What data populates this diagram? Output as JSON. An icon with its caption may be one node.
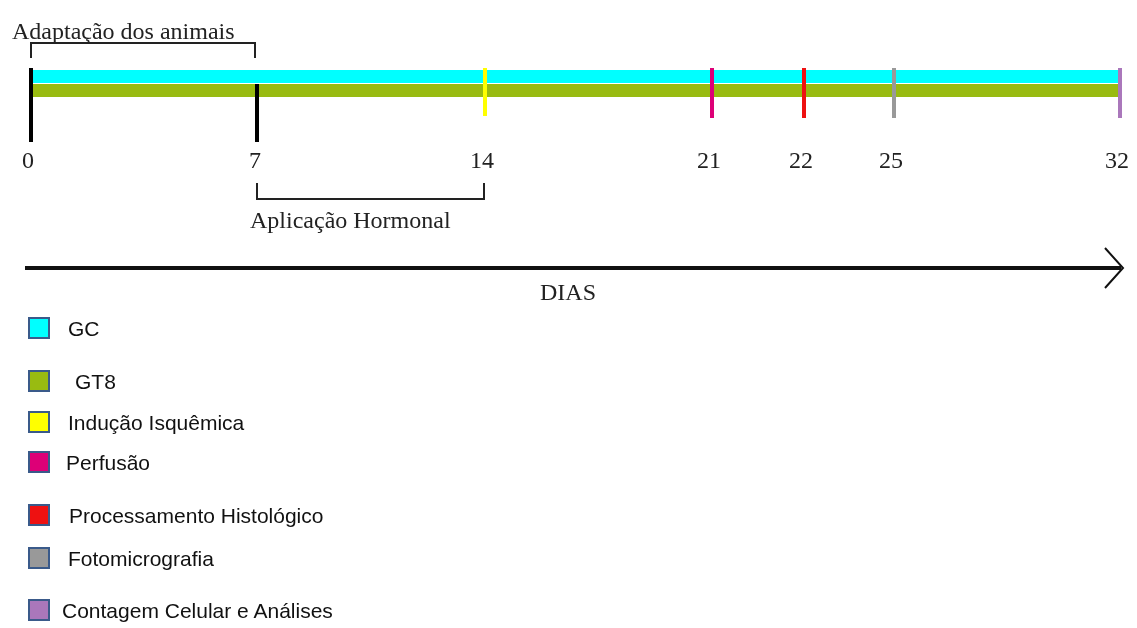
{
  "diagram": {
    "labels": [
      "Adaptação dos animais",
      "0",
      "7",
      "14",
      "21",
      "22",
      "25",
      "32",
      "Aplicação Hormonal",
      "DIAS"
    ],
    "legend": [
      {
        "text": "GC",
        "color": "#00ffff"
      },
      {
        "text": "GT8",
        "color": "#99bb11"
      },
      {
        "text": "Indução Isquêmica",
        "color": "#ffff00"
      },
      {
        "text": "Perfusão",
        "color": "#dd0077"
      },
      {
        "text": "Processamento Histológico",
        "color": "#ee1111"
      },
      {
        "text": "Fotomicrografia",
        "color": "#999999"
      },
      {
        "text": "Contagem Celular e Análises",
        "color": "#aa77bb"
      }
    ]
  }
}
